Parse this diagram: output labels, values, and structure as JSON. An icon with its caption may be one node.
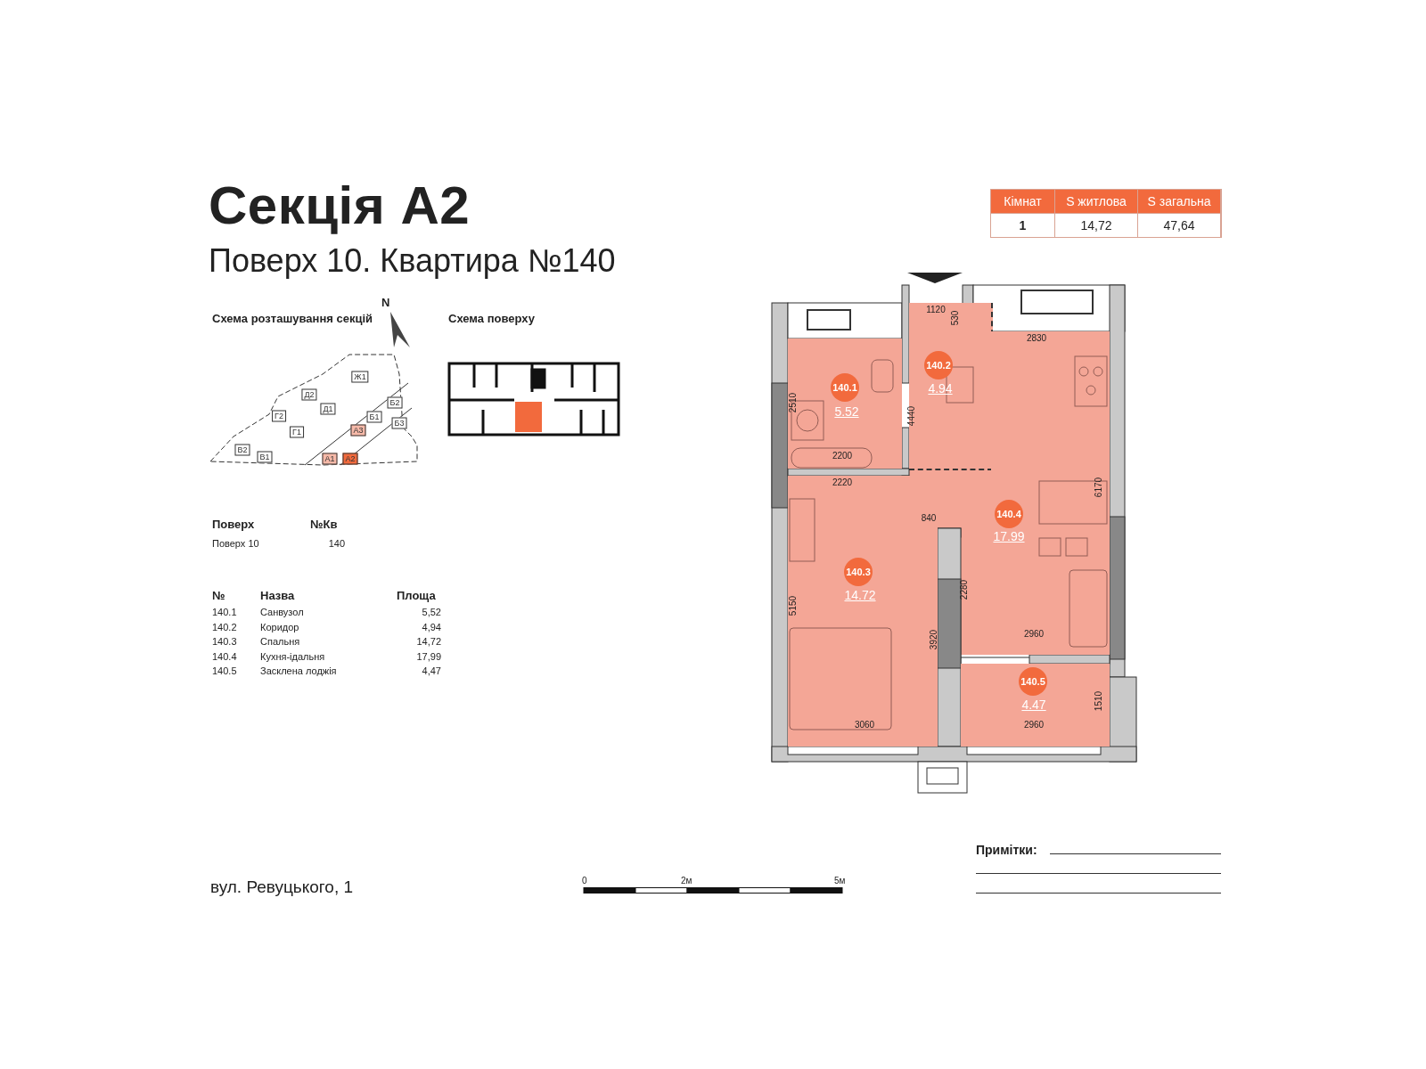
{
  "diagram": {
    "title": "Секція А2",
    "nodes": [
      {
        "text": [
          "140.1",
          "5.52"
        ]
      },
      {
        "text": [
          "140.2",
          "4.94"
        ]
      },
      {
        "text": [
          "140.3",
          "14.72"
        ]
      },
      {
        "text": [
          "140.4",
          "17.99"
        ]
      },
      {
        "text": [
          "140.5",
          "4.47"
        ]
      },
      {
        "text": [
          "Ж1"
        ]
      },
      {
        "text": [
          "Д2"
        ]
      },
      {
        "text": [
          "Д1"
        ]
      },
      {
        "text": [
          "Г2"
        ]
      },
      {
        "text": [
          "Г1"
        ]
      },
      {
        "text": [
          "В2"
        ]
      },
      {
        "text": [
          "В1"
        ]
      },
      {
        "text": [
          "Б2"
        ]
      },
      {
        "text": [
          "Б1"
        ]
      },
      {
        "text": [
          "Б3"
        ]
      },
      {
        "text": [
          "А3"
        ]
      },
      {
        "text": [
          "А1"
        ]
      },
      {
        "text": [
          "А2"
        ]
      }
    ],
    "labels": [
      "Поверх 10. Квартира №140",
      "Кімнат",
      "S житлова",
      "S загальна",
      "1",
      "14,72",
      "47,64",
      "Схема розташування секцій",
      "N",
      "Схема поверху",
      "1120",
      "530",
      "2830",
      "2510",
      "4440",
      "2200",
      "2220",
      "6170",
      "840",
      "2280",
      "5150",
      "3920",
      "2960",
      "3060",
      "2960",
      "1510",
      "Поверх",
      "№Кв",
      "Поверх 10",
      "140",
      "№",
      "Назва",
      "Площа",
      "140.1",
      "Санвузол",
      "5,52",
      "140.2",
      "Коридор",
      "4,94",
      "140.3",
      "Спальня",
      "14,72",
      "140.4",
      "Кухня-ідальня",
      "17,99",
      "140.5",
      "Засклена лоджія",
      "4,47",
      "0",
      "2м",
      "5м",
      "Примітки:",
      "вул. Ревуцького, 1"
    ]
  }
}
